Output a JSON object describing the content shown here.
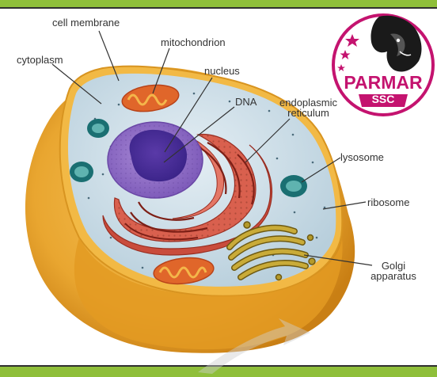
{
  "diagram": {
    "labels": {
      "cell_membrane": "cell membrane",
      "mitochondrion": "mitochondrion",
      "cytoplasm": "cytoplasm",
      "nucleus": "nucleus",
      "dna": "DNA",
      "er_line1": "endoplasmic",
      "er_line2": "reticulum",
      "lysosome": "lysosome",
      "ribosome": "ribosome",
      "golgi_line1": "Golgi",
      "golgi_line2": "apparatus"
    }
  },
  "badge": {
    "name": "PARMAR",
    "sub": "SSC"
  },
  "colors": {
    "banner_green": "#8fbf3a",
    "cell_orange": "#e9a630",
    "cytoplasm_blue": "#cfe0ea",
    "nucleus_purple": "#7b58b8",
    "er_red": "#d9604e",
    "golgi_olive": "#b49a2a",
    "brand_pink": "#c4136f"
  }
}
